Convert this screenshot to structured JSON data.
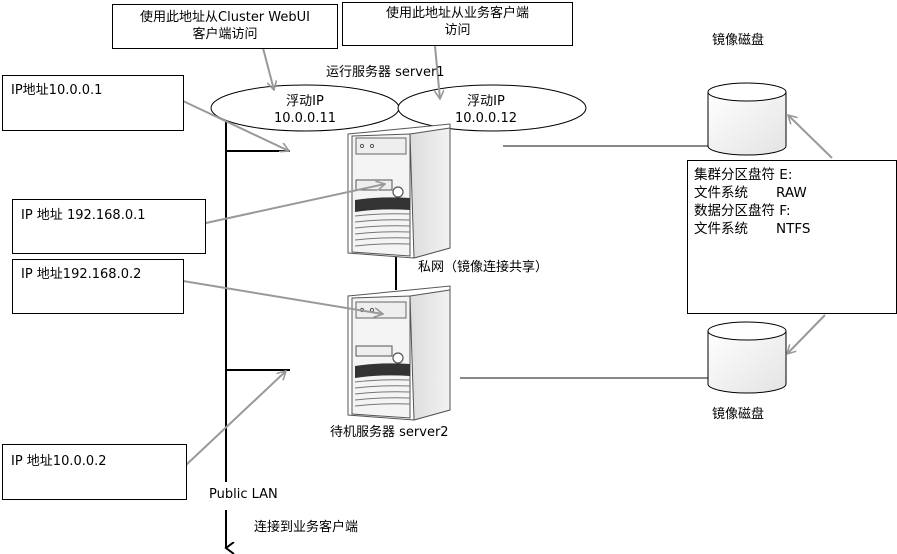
{
  "callouts": {
    "webui_access": [
      "使用此地址从Cluster WebUI",
      "客户端访问"
    ],
    "business_access": [
      "使用此地址从业务客户端",
      "访问"
    ],
    "ip_public_server1": "IP地址10.0.0.1",
    "ip_private_server1": "IP 地址 192.168.0.1",
    "ip_private_server2": "IP 地址192.168.0.2",
    "ip_public_server2": "IP 地址10.0.0.2"
  },
  "floating_ips": [
    {
      "label": "浮动IP",
      "address": "10.0.0.11"
    },
    {
      "label": "浮动IP",
      "address": "10.0.0.12"
    }
  ],
  "servers": {
    "active": "运行服务器 server1",
    "standby": "待机服务器 server2"
  },
  "private_network": "私网（镜像连接共享）",
  "public_lan": "Public LAN",
  "connect_clients": "连接到业务客户端",
  "mirror_disk_top": "镜像磁盘",
  "mirror_disk_bottom": "镜像磁盘",
  "partition_info": [
    {
      "key": "集群分区盘符 E:",
      "value": ""
    },
    {
      "key": "文件系统",
      "value": "RAW"
    },
    {
      "key": "数据分区盘符 F:",
      "value": ""
    },
    {
      "key": "文件系统",
      "value": "NTFS"
    }
  ]
}
